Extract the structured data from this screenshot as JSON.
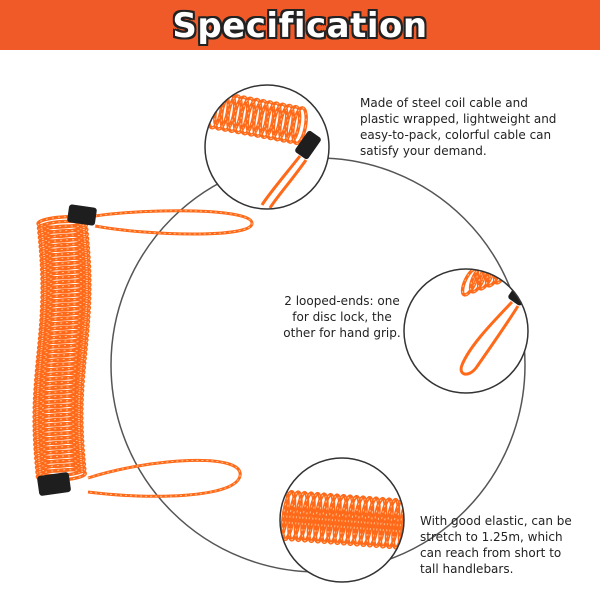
{
  "header": {
    "title": "Specification",
    "banner_color": "#f05a28"
  },
  "features": [
    {
      "text": "Made of steel coil cable and\nplastic wrapped, lightweight and\neasy-to-pack, colorful cable can\nsatisfy your demand."
    },
    {
      "text": "2 looped-ends: one\nfor disc lock, the\nother for hand grip."
    },
    {
      "text": "With good elastic, can be\nstretch to 1.25m, which\ncan reach from short to\ntall handlebars."
    }
  ],
  "product": {
    "name": "coiled-lock-cable",
    "cable_color": "#ff6a1a",
    "stripe_color": "#ffc08a",
    "end_cap_color": "#1e1e1e"
  }
}
